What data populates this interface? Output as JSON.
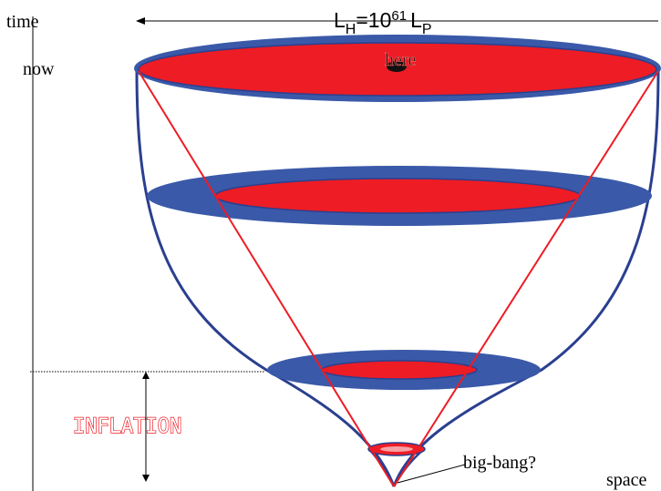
{
  "axes": {
    "time_label": "time",
    "now_label": "now",
    "space_label": "space"
  },
  "horizon": {
    "L": "L",
    "L_sub": "H",
    "equals_ten": "=10",
    "exponent": "61",
    "LP": "L",
    "LP_sub": "P"
  },
  "labels": {
    "here": "here",
    "inflation": "INFLATION",
    "big_bang": "big-bang?"
  },
  "colors": {
    "blue": "#3a59a8",
    "red": "#ee1c25",
    "outline": "#2a3f8f",
    "inflation_text": "#ee1c25"
  }
}
